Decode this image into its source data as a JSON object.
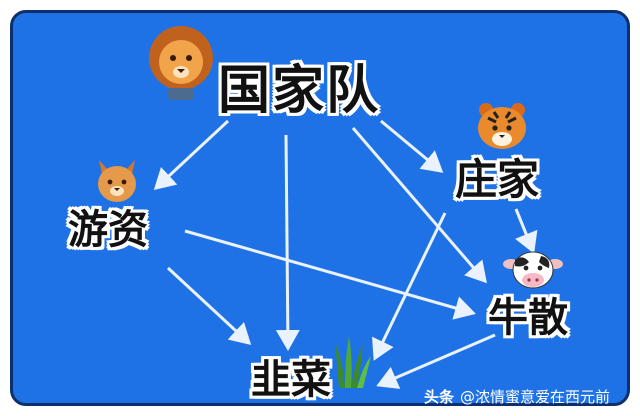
{
  "nodes": {
    "guojiadui": "国家队",
    "zhuangjia": "庄家",
    "youzi": "游资",
    "niusan": "牛散",
    "jiucai": "韭菜"
  },
  "icons": {
    "guojiadui": "lion-icon",
    "zhuangjia": "tiger-icon",
    "youzi": "cat-icon",
    "niusan": "cow-icon",
    "jiucai": "grass-icon"
  },
  "edges": [
    [
      "guojiadui",
      "youzi"
    ],
    [
      "guojiadui",
      "jiucai"
    ],
    [
      "guojiadui",
      "zhuangjia"
    ],
    [
      "guojiadui",
      "niusan"
    ],
    [
      "zhuangjia",
      "niusan"
    ],
    [
      "zhuangjia",
      "jiucai"
    ],
    [
      "youzi",
      "jiucai"
    ],
    [
      "youzi",
      "niusan"
    ],
    [
      "niusan",
      "jiucai"
    ]
  ],
  "colors": {
    "background": "#1f72e6",
    "arrow": "#eaf2ff"
  },
  "watermark": {
    "brand": "头条",
    "handle": "@浓情蜜意爱在西元前"
  }
}
